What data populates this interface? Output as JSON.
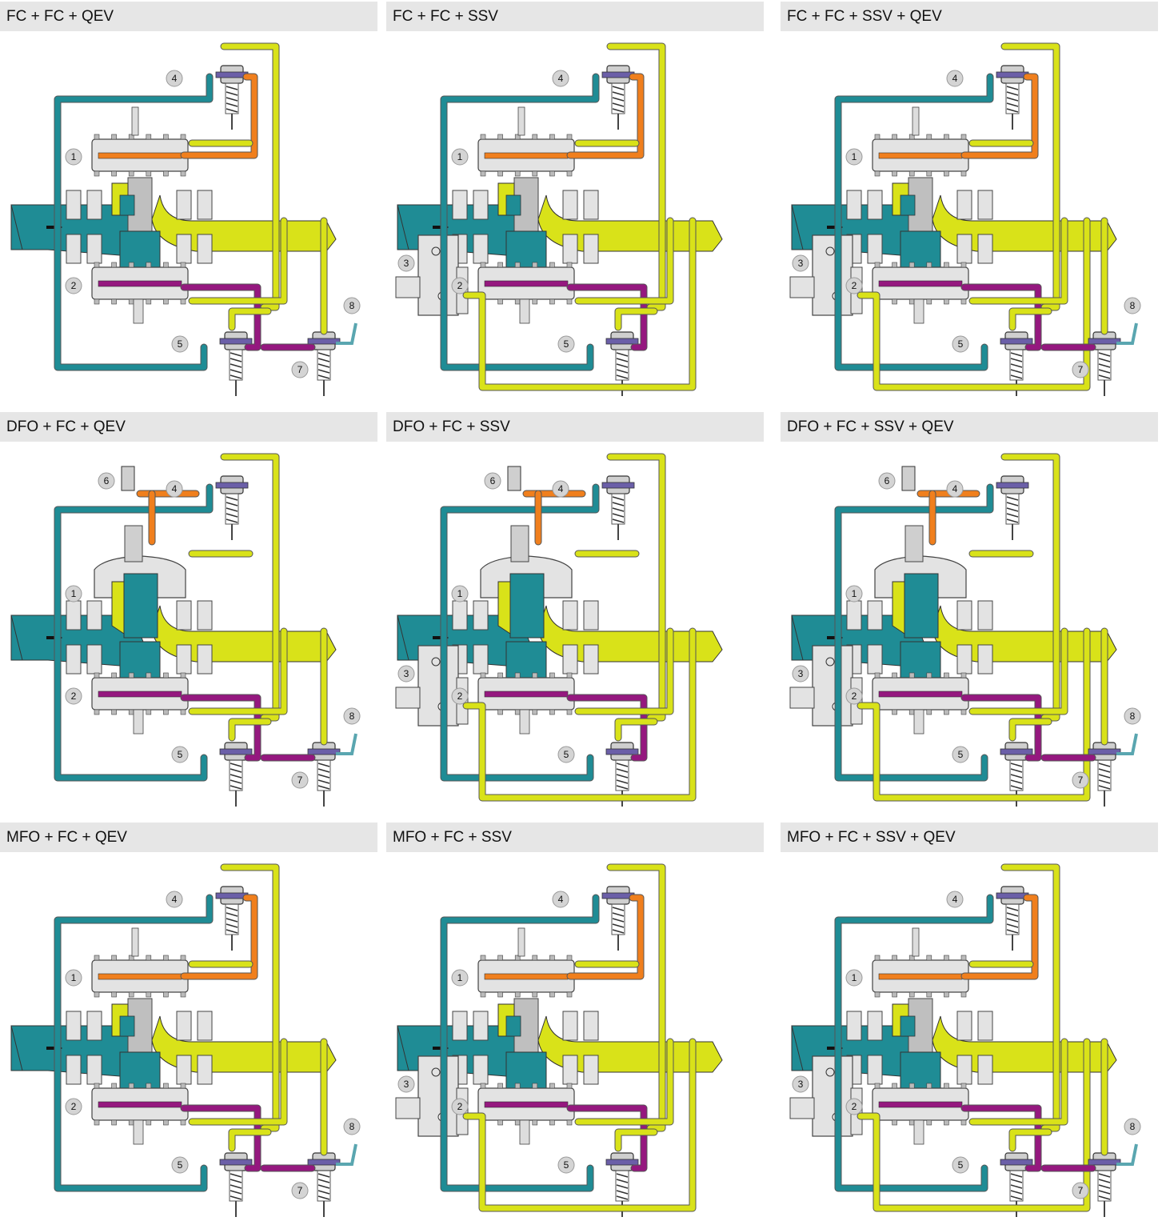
{
  "colors": {
    "inlet": "#1f8c95",
    "outlet": "#d9e219",
    "pilot_loading": "#f07f1d",
    "monitor_loading": "#95187f",
    "sensing_pink": "#e68fc0",
    "body_gray": "#e3e3e3",
    "header_bg": "#e6e6e6"
  },
  "panels": [
    {
      "title": "FC + FC + QEV",
      "regulator": "FC",
      "ssv": false,
      "qev": true
    },
    {
      "title": "FC + FC + SSV",
      "regulator": "FC",
      "ssv": true,
      "qev": false
    },
    {
      "title": "FC + FC + SSV + QEV",
      "regulator": "FC",
      "ssv": true,
      "qev": true
    },
    {
      "title": "DFO + FC + QEV",
      "regulator": "DFO",
      "ssv": false,
      "qev": true
    },
    {
      "title": "DFO + FC + SSV",
      "regulator": "DFO",
      "ssv": true,
      "qev": false
    },
    {
      "title": "DFO + FC + SSV + QEV",
      "regulator": "DFO",
      "ssv": true,
      "qev": true
    },
    {
      "title": "MFO + FC + QEV",
      "regulator": "MFO",
      "ssv": false,
      "qev": true
    },
    {
      "title": "MFO + FC + SSV",
      "regulator": "MFO",
      "ssv": true,
      "qev": false
    },
    {
      "title": "MFO + FC + SSV + QEV",
      "regulator": "MFO",
      "ssv": true,
      "qev": true
    }
  ],
  "callouts": {
    "regulator": "1",
    "monitor": "2",
    "ssv": "3",
    "pilot_regulator": "4",
    "pilot_monitor": "5",
    "pilot_dfo": "6",
    "qev": "7",
    "vent": "8"
  }
}
